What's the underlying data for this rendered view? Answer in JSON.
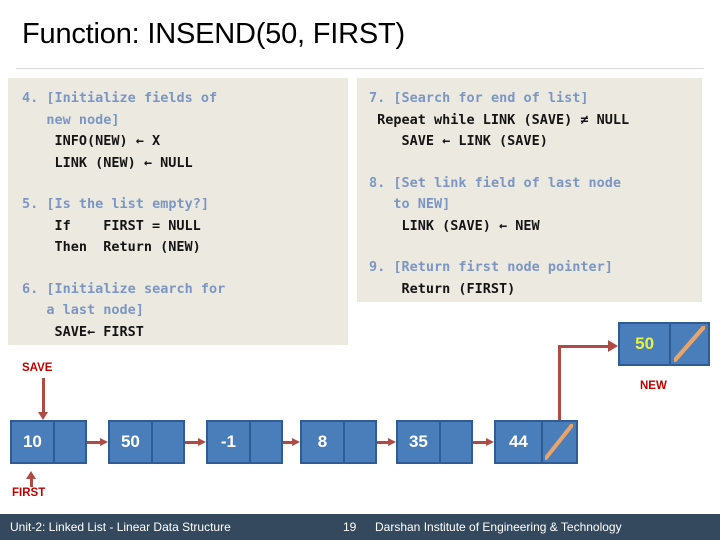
{
  "slide": {
    "title": "Function: INSEND(50, FIRST)"
  },
  "algorithm": {
    "left_panel": {
      "steps": [
        {
          "number": "4.",
          "header": "[Initialize fields of",
          "header_cont": "new node]",
          "lines": [
            "INFO(NEW) ← X",
            "LINK (NEW) ← NULL"
          ]
        },
        {
          "number": "5.",
          "header": "[Is the list empty?]",
          "header_cont": "",
          "lines": [
            "If    FIRST = NULL",
            "Then  Return (NEW)"
          ]
        },
        {
          "number": "6.",
          "header": "[Initialize search for",
          "header_cont": "a last node]",
          "lines": [
            "SAVE← FIRST"
          ]
        }
      ]
    },
    "right_panel": {
      "steps": [
        {
          "number": "7.",
          "header": "[Search for end of list]",
          "header_cont": "",
          "lines": [
            "Repeat while LINK (SAVE) ≠ NULL",
            "  SAVE ← LINK (SAVE)"
          ]
        },
        {
          "number": "8.",
          "header": "[Set link field of last node",
          "header_cont": "to NEW]",
          "lines": [
            "LINK (SAVE) ← NEW"
          ]
        },
        {
          "number": "9.",
          "header": "[Return first node pointer]",
          "header_cont": "",
          "lines": [
            "Return (FIRST)"
          ]
        }
      ]
    }
  },
  "diagram": {
    "nodes": [
      {
        "value": "10",
        "has_null_slash": false
      },
      {
        "value": "50",
        "has_null_slash": false
      },
      {
        "value": "-1",
        "has_null_slash": false
      },
      {
        "value": "8",
        "has_null_slash": false
      },
      {
        "value": "35",
        "has_null_slash": false
      },
      {
        "value": "44",
        "has_null_slash": true
      }
    ],
    "new_node": {
      "value": "50",
      "has_null_slash": true,
      "label": "NEW"
    },
    "pointers": {
      "save": "SAVE",
      "first": "FIRST",
      "new": "NEW"
    },
    "colors": {
      "node_fill": "#4a7ebb",
      "node_border": "#2f5c94",
      "arrow": "#b04a44",
      "pointer_label": "#c00000",
      "new_value_text": "#e9f23c",
      "slash": "#e8a567"
    }
  },
  "footer": {
    "left": "Unit-2: Linked List - Linear Data Structure",
    "page": "19",
    "right": "Darshan Institute of Engineering & Technology"
  }
}
